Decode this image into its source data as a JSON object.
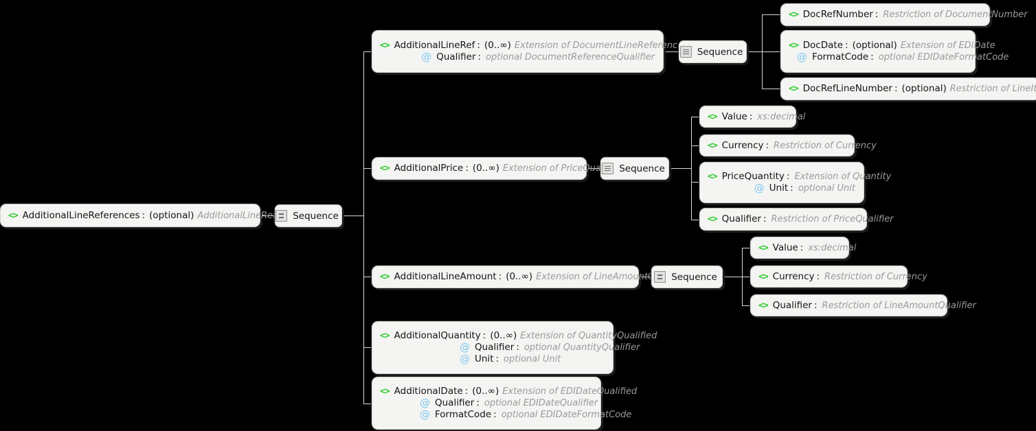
{
  "diagram": {
    "kind": "xml-schema-tree",
    "background": "#000000",
    "line_color": "#d8d8d8",
    "node_fill": "#f4f4f2",
    "element_icon_color": "#2ecc2e",
    "attribute_icon_color": "#7ec8f2",
    "sequence_label": "Sequence"
  },
  "nodes": {
    "root": {
      "icon": "element-icon",
      "name": "AdditionalLineReferences",
      "colon": ":",
      "cardinality": "(optional)",
      "type": "AdditionalLineReferences"
    },
    "root_sequence": {
      "icon": "sequence-block-icon",
      "label": "Sequence"
    },
    "additional_line_ref": {
      "icon": "element-icon",
      "name": "AdditionalLineRef",
      "colon": ":",
      "cardinality": "(0..∞)",
      "type": "Extension of DocumentLineReferenceQualified",
      "attributes": [
        {
          "icon": "attribute-icon",
          "name": "Qualifier",
          "colon": ":",
          "type": "optional DocumentReferenceQualifier"
        }
      ]
    },
    "line_ref_sequence": {
      "icon": "sequence-lines-icon",
      "label": "Sequence"
    },
    "doc_ref_number": {
      "icon": "element-icon",
      "name": "DocRefNumber",
      "colon": ":",
      "cardinality": "",
      "type": "Restriction of DocumentNumber"
    },
    "doc_date": {
      "icon": "element-icon",
      "name": "DocDate",
      "colon": ":",
      "cardinality": "(optional)",
      "type": "Extension of EDIDate",
      "attributes": [
        {
          "icon": "attribute-icon",
          "name": "FormatCode",
          "colon": ":",
          "type": "optional EDIDateFormatCode"
        }
      ]
    },
    "doc_ref_line_number": {
      "icon": "element-icon",
      "name": "DocRefLineNumber",
      "colon": ":",
      "cardinality": "(optional)",
      "type": "Restriction of LineItemNumber"
    },
    "additional_price": {
      "icon": "element-icon",
      "name": "AdditionalPrice",
      "colon": ":",
      "cardinality": "(0..∞)",
      "type": "Extension of PriceQualified"
    },
    "price_sequence": {
      "icon": "sequence-lines-icon",
      "label": "Sequence"
    },
    "price_value": {
      "icon": "element-icon",
      "name": "Value",
      "colon": ":",
      "cardinality": "",
      "type": "xs:decimal"
    },
    "price_currency": {
      "icon": "element-icon",
      "name": "Currency",
      "colon": ":",
      "cardinality": "",
      "type": "Restriction of Currency"
    },
    "price_quantity": {
      "icon": "element-icon",
      "name": "PriceQuantity",
      "colon": ":",
      "cardinality": "",
      "type": "Extension of Quantity",
      "attributes": [
        {
          "icon": "attribute-icon",
          "name": "Unit",
          "colon": ":",
          "type": "optional Unit"
        }
      ]
    },
    "price_qualifier": {
      "icon": "element-icon",
      "name": "Qualifier",
      "colon": ":",
      "cardinality": "",
      "type": "Restriction of PriceQualifier"
    },
    "additional_line_amount": {
      "icon": "element-icon",
      "name": "AdditionalLineAmount",
      "colon": ":",
      "cardinality": "(0..∞)",
      "type": "Extension of LineAmountQualified"
    },
    "amount_sequence": {
      "icon": "sequence-block-icon",
      "label": "Sequence"
    },
    "amount_value": {
      "icon": "element-icon",
      "name": "Value",
      "colon": ":",
      "cardinality": "",
      "type": "xs:decimal"
    },
    "amount_currency": {
      "icon": "element-icon",
      "name": "Currency",
      "colon": ":",
      "cardinality": "",
      "type": "Restriction of Currency"
    },
    "amount_qualifier": {
      "icon": "element-icon",
      "name": "Qualifier",
      "colon": ":",
      "cardinality": "",
      "type": "Restriction of LineAmountQualifier"
    },
    "additional_quantity": {
      "icon": "element-icon",
      "name": "AdditionalQuantity",
      "colon": ":",
      "cardinality": "(0..∞)",
      "type": "Extension of QuantityQualified",
      "attributes": [
        {
          "icon": "attribute-icon",
          "name": "Qualifier",
          "colon": ":",
          "type": "optional  QuantityQualifier"
        },
        {
          "icon": "attribute-icon",
          "name": "Unit",
          "colon": ":",
          "type": "optional Unit"
        }
      ]
    },
    "additional_date": {
      "icon": "element-icon",
      "name": "AdditionalDate",
      "colon": ":",
      "cardinality": "(0..∞)",
      "type": "Extension of EDIDateQualified",
      "attributes": [
        {
          "icon": "attribute-icon",
          "name": "Qualifier",
          "colon": ":",
          "type": "optional EDIDateQualifier"
        },
        {
          "icon": "attribute-icon",
          "name": "FormatCode",
          "colon": ":",
          "type": "optional EDIDateFormatCode"
        }
      ]
    }
  }
}
